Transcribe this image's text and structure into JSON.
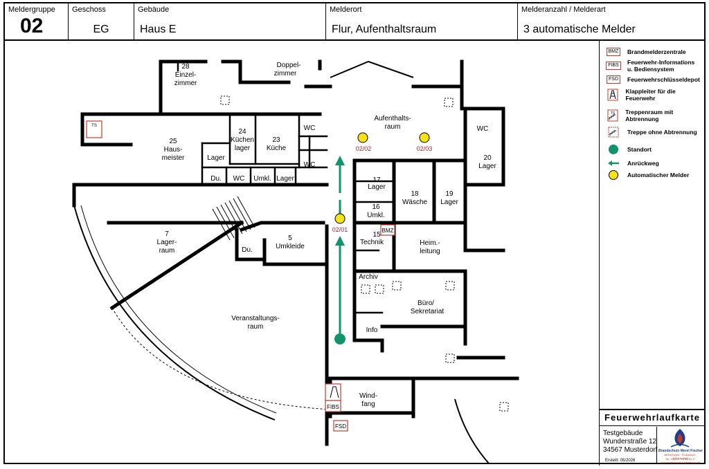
{
  "header": {
    "meldergruppe_label": "Meldergruppe",
    "meldergruppe_value": "02",
    "geschoss_label": "Geschoss",
    "geschoss_value": "EG",
    "gebaeude_label": "Gebäude",
    "gebaeude_value": "Haus E",
    "melderort_label": "Melderort",
    "melderort_value": "Flur, Aufenthaltsraum",
    "melderart_label": "Melderanzahl / Melderart",
    "melderart_value": "3 automatische Melder"
  },
  "legend": {
    "items": [
      {
        "symbol": "BMZ",
        "text": "Brandmelderzentrale"
      },
      {
        "symbol": "FIBS",
        "text": "Feuerwehr-Informations u. Bediensystem"
      },
      {
        "symbol": "FSD",
        "text": "Feuerwehrschlüsseldepot"
      },
      {
        "symbol": "",
        "text": "Klappleiter für die Feuerwehr"
      },
      {
        "symbol": "TS",
        "text": "Treppenraum mit Abtrennung"
      },
      {
        "symbol": "",
        "text": "Treppe ohne Abtrennung"
      },
      {
        "symbol": "",
        "text": "Standort"
      },
      {
        "symbol": "",
        "text": "Anrückweg"
      },
      {
        "symbol": "",
        "text": "Automatischer Melder"
      }
    ]
  },
  "titleblock": {
    "title": "Feuerwehrlaufkarte",
    "address_line1": "Testgebäude",
    "address_line2": "Wunderstraße 12",
    "address_line3": "34567 Musterdorf",
    "created": "Erstellt: 05/2026",
    "logo_name": "Brandschutz Merel Fischer",
    "logo_sub": "BERATUNG · PLANUNG · SCHULUNG",
    "logo_contact": "Tel.: 04221 / 99 65 81 0 · www.brandschutz-lueneburg.de"
  },
  "rooms": {
    "r28": "28",
    "r28b": "Einzel-",
    "r28c": "zimmer",
    "doppel_a": "Doppel-",
    "doppel_b": "zimmer",
    "aufenthalt_a": "Aufenthalts-",
    "aufenthalt_b": "raum",
    "r25": "25",
    "r25b": "Haus-",
    "r25c": "meister",
    "r24": "24",
    "r24b": "Küchen",
    "r24c": "lager",
    "r23": "23",
    "r23b": "Küche",
    "wc1": "WC",
    "wc2": "WC",
    "wc3": "WC",
    "wc4": "WC",
    "lager1": "Lager",
    "lager2": "Lager",
    "du1": "Du.",
    "du2": "Du.",
    "umkl1": "Umkl.",
    "r20": "20",
    "r20b": "Lager",
    "r17": "17",
    "r17b": "Lager",
    "r18": "18",
    "r18b": "Wäsche",
    "r19": "19",
    "r19b": "Lager",
    "r16": "16",
    "r16b": "Umkl.",
    "r15": "15",
    "r15b": "Technik",
    "heim_a": "Heim.-",
    "heim_b": "leitung",
    "r7": "7",
    "r7b": "Lager-",
    "r7c": "raum",
    "r5": "5",
    "r5b": "Umkleide",
    "archiv": "Archiv",
    "buero_a": "Büro/",
    "buero_b": "Sekretariat",
    "info": "Info",
    "veranst_a": "Veranstaltungs-",
    "veranst_b": "raum",
    "wind_a": "Wind-",
    "wind_b": "fang"
  },
  "detectors": [
    {
      "id": "02/01"
    },
    {
      "id": "02/02"
    },
    {
      "id": "02/03"
    }
  ],
  "markers": {
    "bmz": "BMZ",
    "fibs": "FIBS",
    "fsd": "FSD",
    "ts": "TS"
  },
  "colors": {
    "detector_fill": "#f5e21b",
    "detector_label": "#a0282e",
    "route": "#13936b",
    "marker_border": "#c0392b"
  }
}
